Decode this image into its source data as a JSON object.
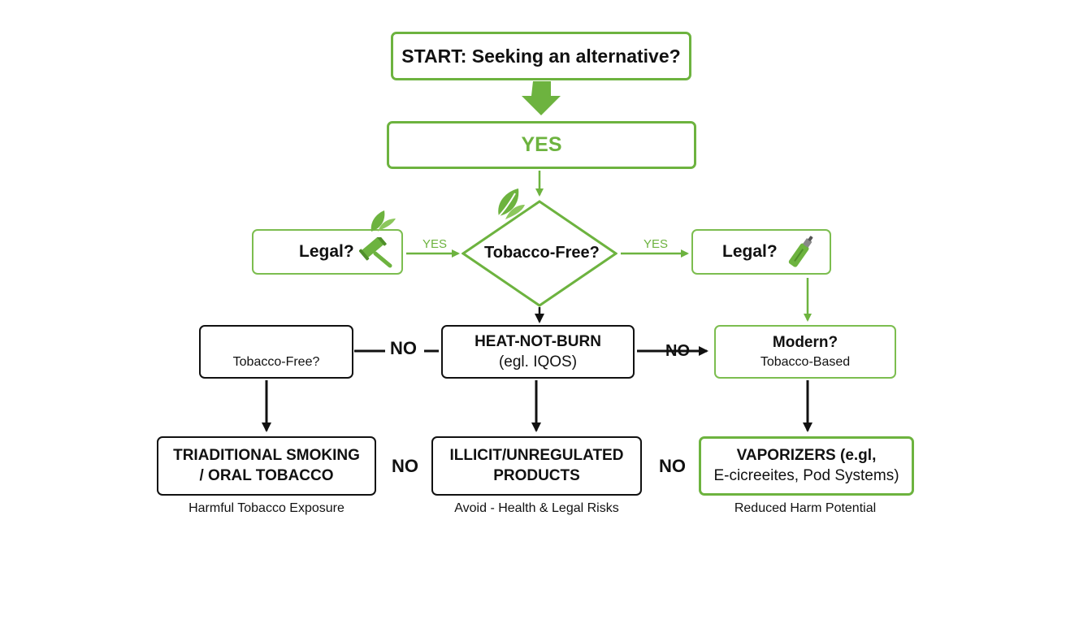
{
  "nodes": {
    "start": "START: Seeking an alternative?",
    "yes_box": "YES",
    "legal_left": "Legal?",
    "tobacco_free_diamond": "Tobacco-Free?",
    "legal_right": "Legal?",
    "tobacco_free_left": "Tobacco-Free?",
    "heat_not_burn_title": "HEAT-NOT-BURN",
    "heat_not_burn_sub": "(egl. IQOS)",
    "modern_title": "Modern?",
    "modern_sub": "Tobacco-Based",
    "traditional_line1": "TRIADITIONAL SMOKING",
    "traditional_line2": "/ ORAL TOBACCO",
    "illicit_line1": "ILLICIT/UNREGULATED",
    "illicit_line2": "PRODUCTS",
    "vaporizers_line1": "VAPORIZERS (e.gl,",
    "vaporizers_line2": "E-cicreeites, Pod Systems)"
  },
  "edge_labels": {
    "yes_left": "YES",
    "yes_right": "YES",
    "no_mid_left": "NO",
    "no_mid_right": "NO",
    "no_bottom_left": "NO",
    "no_bottom_right": "NO"
  },
  "captions": {
    "traditional": "Harmful Tobacco Exposure",
    "illicit": "Avoid - Health & Legal Risks",
    "vaporizers": "Reduced Harm Potential"
  },
  "colors": {
    "green": "#6db33f",
    "dark": "#111111"
  },
  "icons": [
    "leaf-icon",
    "gavel-icon",
    "vape-pen-icon"
  ]
}
